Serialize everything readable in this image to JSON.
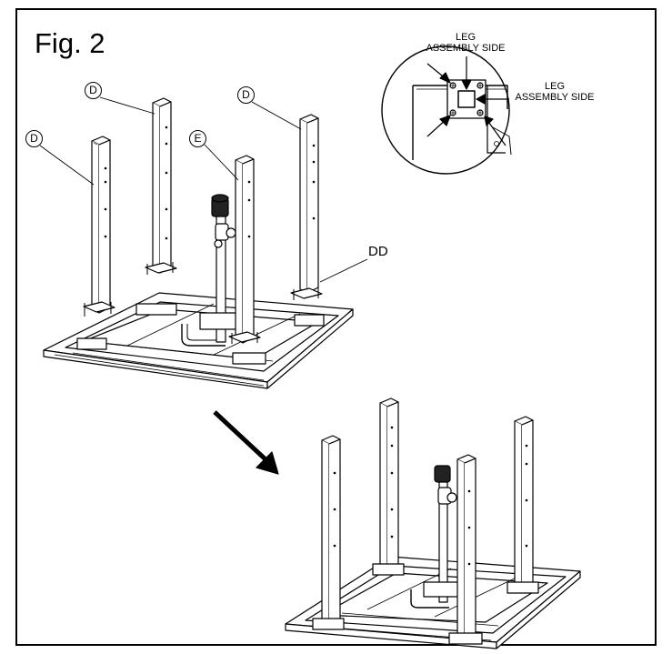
{
  "figure": {
    "title": "Fig. 2"
  },
  "detail": {
    "label_top": [
      "LEG",
      "ASSEMBLY SIDE"
    ],
    "label_right": [
      "LEG",
      "ASSEMBLY SIDE"
    ]
  },
  "callouts": {
    "leg_a": "D",
    "leg_b": "D",
    "leg_c": "D",
    "leg_e": "E",
    "screw": "DD"
  }
}
